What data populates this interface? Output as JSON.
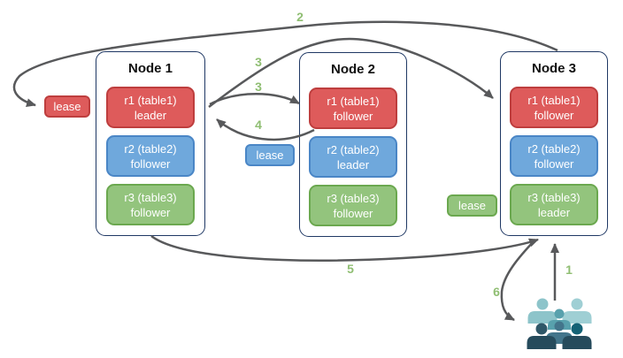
{
  "nodes": [
    {
      "title": "Node 1",
      "replicas": [
        {
          "name": "r1 (table1)",
          "role": "leader",
          "color": "#DE5B5B"
        },
        {
          "name": "r2 (table2)",
          "role": "follower",
          "color": "#6FA8DC"
        },
        {
          "name": "r3 (table3)",
          "role": "follower",
          "color": "#93C47D"
        }
      ]
    },
    {
      "title": "Node 2",
      "replicas": [
        {
          "name": "r1 (table1)",
          "role": "follower",
          "color": "#DE5B5B"
        },
        {
          "name": "r2 (table2)",
          "role": "leader",
          "color": "#6FA8DC"
        },
        {
          "name": "r3 (table3)",
          "role": "follower",
          "color": "#93C47D"
        }
      ]
    },
    {
      "title": "Node 3",
      "replicas": [
        {
          "name": "r1 (table1)",
          "role": "follower",
          "color": "#DE5B5B"
        },
        {
          "name": "r2 (table2)",
          "role": "follower",
          "color": "#6FA8DC"
        },
        {
          "name": "r3 (table3)",
          "role": "leader",
          "color": "#93C47D"
        }
      ]
    }
  ],
  "leases": [
    {
      "label": "lease",
      "color": "#DE5B5B",
      "near": "Node 1 r1"
    },
    {
      "label": "lease",
      "color": "#6FA8DC",
      "near": "between Node 1 and Node 2"
    },
    {
      "label": "lease",
      "color": "#93C47D",
      "near": "between Node 2 and Node 3"
    }
  ],
  "steps": {
    "s1": "1",
    "s2": "2",
    "s3a": "3",
    "s3b": "3",
    "s4": "4",
    "s5": "5",
    "s6": "6"
  },
  "palette": {
    "node_border": "#1F3864",
    "replica_red": "#DE5B5B",
    "replica_red_border": "#BE3E3E",
    "replica_blue": "#6FA8DC",
    "replica_blue_border": "#4A86C6",
    "replica_green": "#93C47D",
    "replica_green_border": "#6BA84F",
    "arrow_gray": "#58595B",
    "step_number_green": "#8FBE72",
    "users_teal_light": "#8DC4CA",
    "users_teal_lighter": "#9FCFD4",
    "users_teal_mid": "#58A1AD",
    "users_slate_mid": "#43758B",
    "users_slate_dark": "#264B5C"
  },
  "icons": {
    "users": "users-group-icon"
  }
}
